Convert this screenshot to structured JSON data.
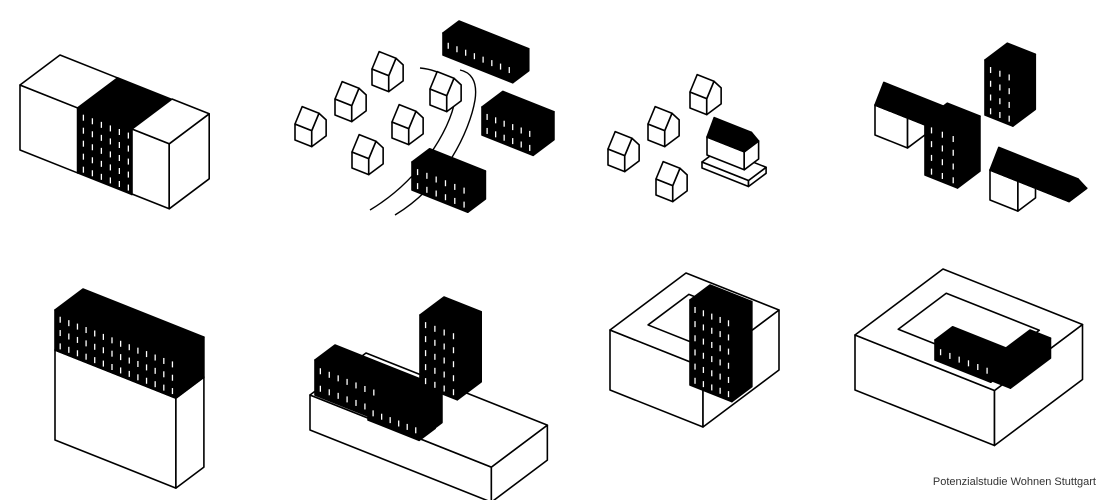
{
  "caption": "Potenzialstudie Wohnen Stuttgart",
  "colors": {
    "ink": "#000000",
    "paper": "#ffffff"
  },
  "panels": [
    "row-density-infill",
    "settlement-edge-blocks",
    "house-infill",
    "row-addition",
    "rooftop-extension",
    "podium-block",
    "courtyard-tower",
    "courtyard-infill"
  ]
}
